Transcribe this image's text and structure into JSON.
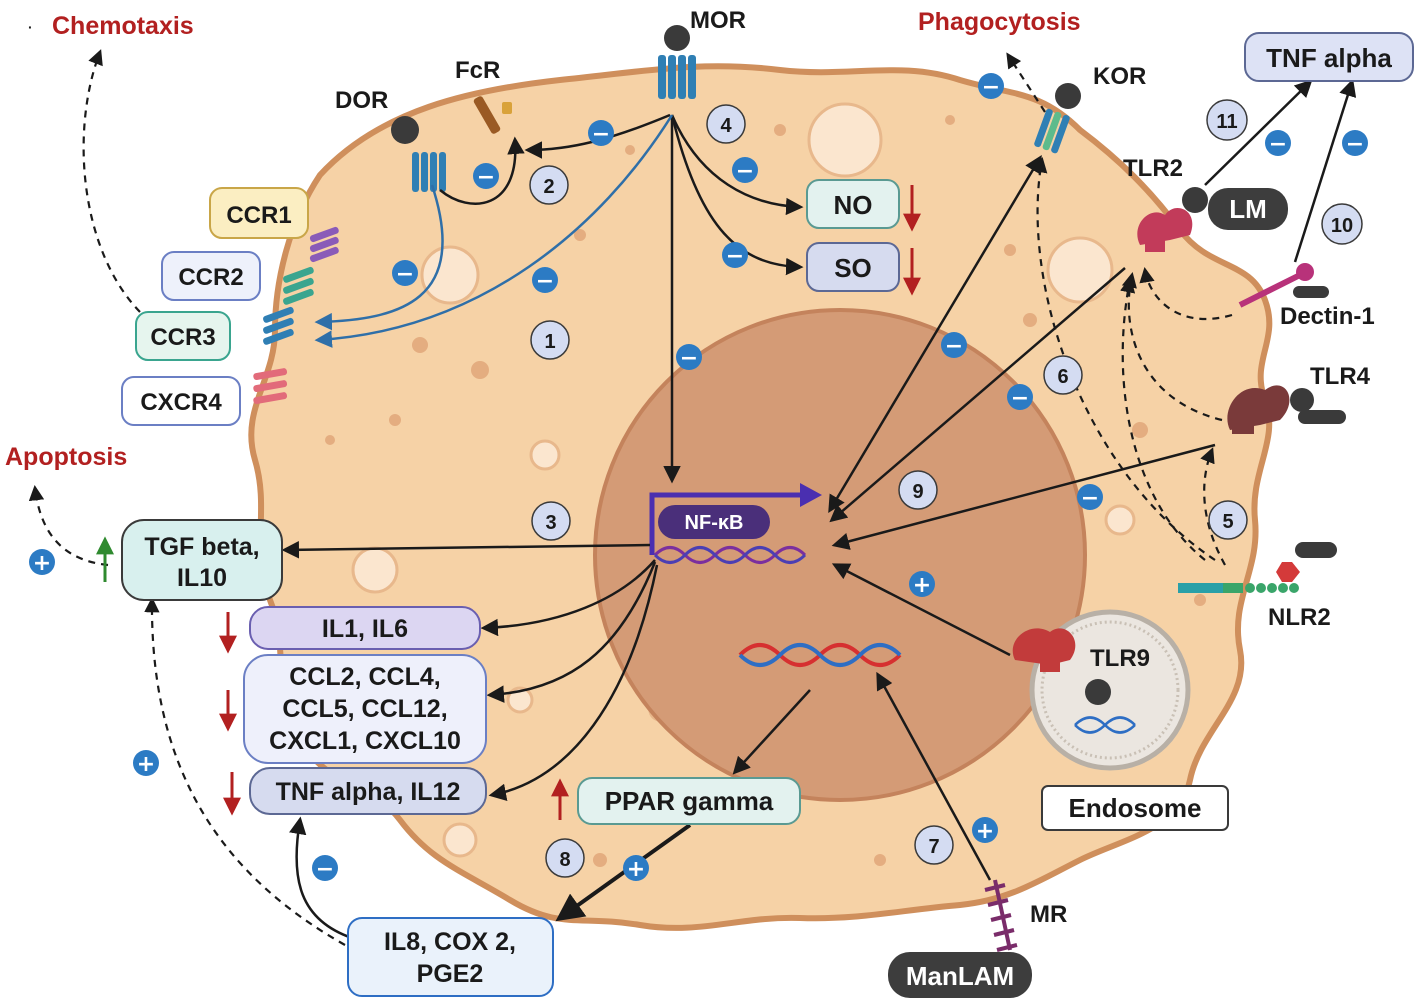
{
  "outcomes": {
    "chemotaxis": "Chemotaxis",
    "phagocytosis": "Phagocytosis",
    "apoptosis": "Apoptosis"
  },
  "receptors": {
    "mor": "MOR",
    "dor": "DOR",
    "fcr": "FcR",
    "kor": "KOR",
    "tlr2": "TLR2",
    "tlr4": "TLR4",
    "tlr9": "TLR9",
    "nlr2": "NLR2",
    "dectin": "Dectin-1",
    "mr": "MR"
  },
  "chemokine_receptors": [
    "CCR1",
    "CCR2",
    "CCR3",
    "CXCR4"
  ],
  "ligands": {
    "lm": "LM",
    "manlam": "ManLAM"
  },
  "boxes": {
    "tnf_top": "TNF alpha",
    "no": "NO",
    "so": "SO",
    "nfkb": "NF-κB",
    "tgf_line1": "TGF beta,",
    "tgf_line2": "IL10",
    "il1": "IL1, IL6",
    "ccl_line1": "CCL2, CCL4,",
    "ccl_line2": "CCL5, CCL12,",
    "ccl_line3": "CXCL1, CXCL10",
    "tnf_il12": "TNF alpha, IL12",
    "ppar": "PPAR gamma",
    "il8_line1": "IL8, COX 2,",
    "il8_line2": "PGE2",
    "endosome": "Endosome"
  },
  "step_numbers": [
    "1",
    "2",
    "3",
    "4",
    "5",
    "6",
    "7",
    "8",
    "9",
    "10",
    "11"
  ],
  "signs": {
    "minus": "−",
    "plus": "+"
  },
  "colors": {
    "cell_fill": "#f6d2a6",
    "cell_border": "#cf8f5c",
    "nucleus_fill": "#d49b76",
    "label_red": "#b22020",
    "sign_blue": "#2c7bc4",
    "step_circle": "#d4dcf2"
  }
}
